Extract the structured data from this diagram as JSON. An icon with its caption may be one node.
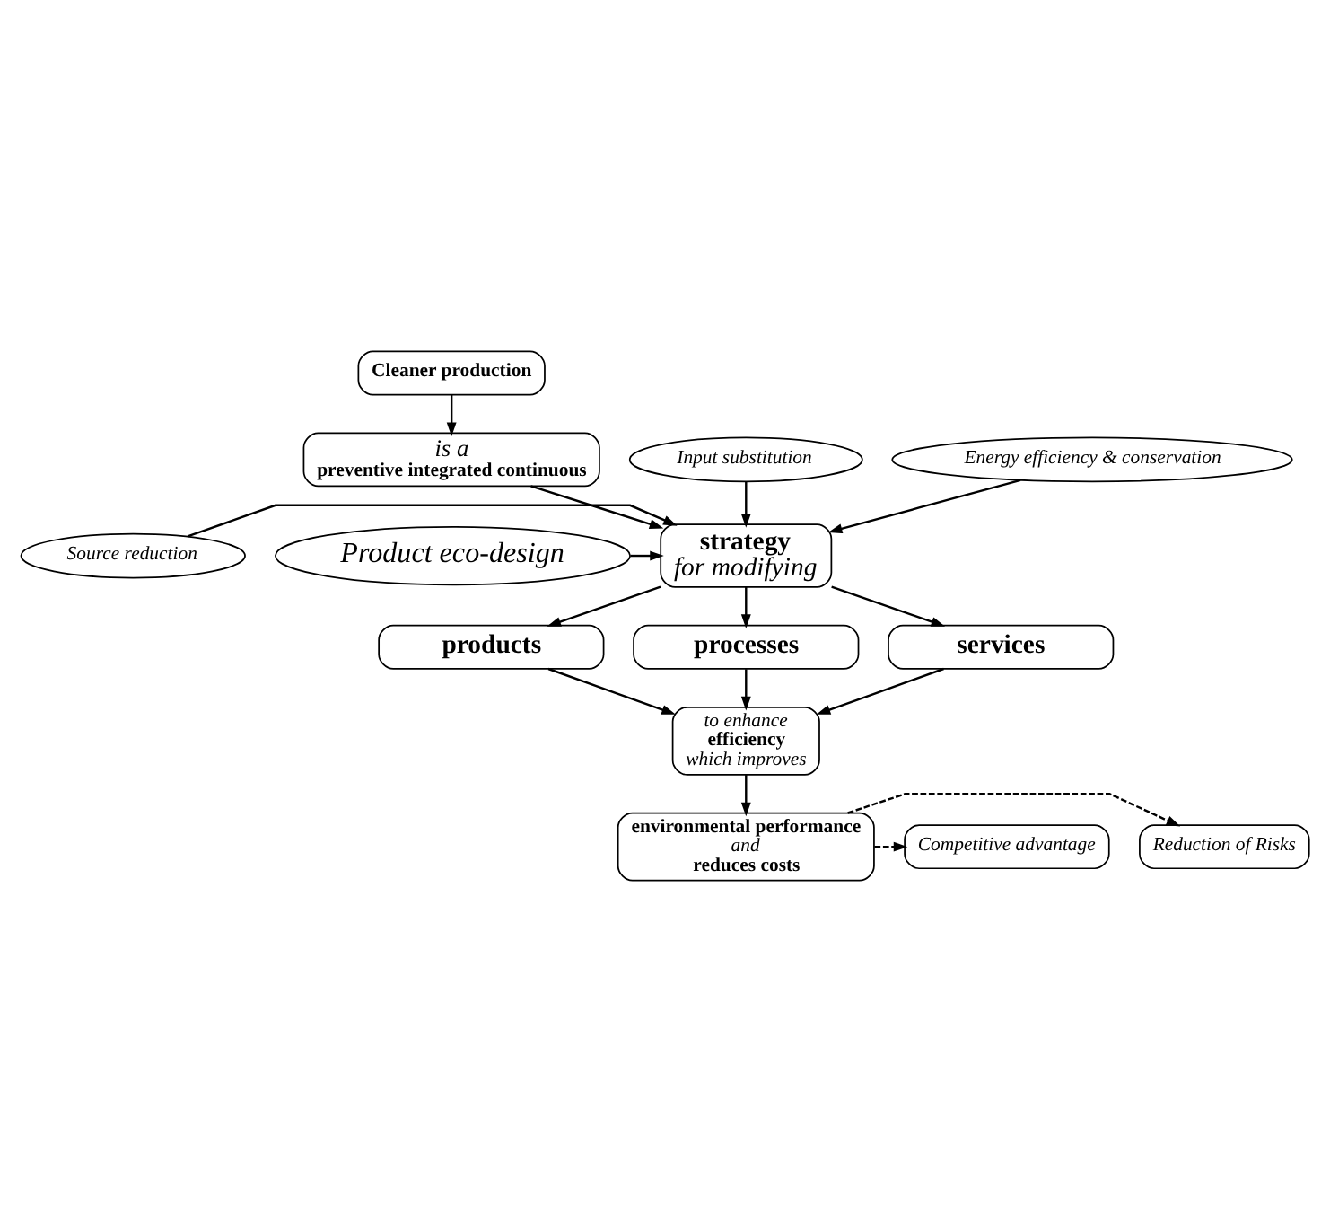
{
  "diagram": {
    "nodes": [
      {
        "text": [
          "Cleaner production"
        ]
      },
      {
        "text": [
          "is a",
          "preventive integrated continuous"
        ]
      },
      {
        "text": [
          "Input substitution"
        ]
      },
      {
        "text": [
          "Energy efficiency & conservation"
        ]
      },
      {
        "text": [
          "strategy",
          "for modifying"
        ]
      },
      {
        "text": [
          "Source reduction"
        ]
      },
      {
        "text": [
          "Product eco-design"
        ]
      },
      {
        "text": [
          "products"
        ]
      },
      {
        "text": [
          "processes"
        ]
      },
      {
        "text": [
          "services"
        ]
      },
      {
        "text": [
          "to enhance",
          "efficiency",
          "which improves"
        ]
      },
      {
        "text": [
          "Reduction of Risks"
        ]
      },
      {
        "text": [
          "environmental performance",
          "and",
          "reduces costs"
        ]
      },
      {
        "text": [
          "Competitive advantage"
        ]
      }
    ],
    "edges": [
      {
        "from": 0,
        "to": 1,
        "arrow": "to"
      },
      {
        "from": 1,
        "to": 4,
        "arrow": "to"
      },
      {
        "from": 2,
        "to": 4,
        "arrow": "to"
      },
      {
        "from": 3,
        "to": 4,
        "arrow": "to"
      },
      {
        "from": 5,
        "to": 4,
        "arrow": "to"
      },
      {
        "from": 6,
        "to": 4,
        "arrow": "to"
      },
      {
        "from": 4,
        "to": 7,
        "arrow": "to"
      },
      {
        "from": 4,
        "to": 8,
        "arrow": "to"
      },
      {
        "from": 4,
        "to": 9,
        "arrow": "to"
      },
      {
        "from": 7,
        "to": 10,
        "arrow": "to"
      },
      {
        "from": 8,
        "to": 10,
        "arrow": "to"
      },
      {
        "from": 9,
        "to": 10,
        "arrow": "to"
      },
      {
        "from": 10,
        "to": 12,
        "arrow": "to"
      },
      {
        "from": 12,
        "to": 11,
        "arrow": "to",
        "style": "dashed"
      },
      {
        "from": 12,
        "to": 13,
        "arrow": "to",
        "style": "dashed"
      }
    ]
  }
}
